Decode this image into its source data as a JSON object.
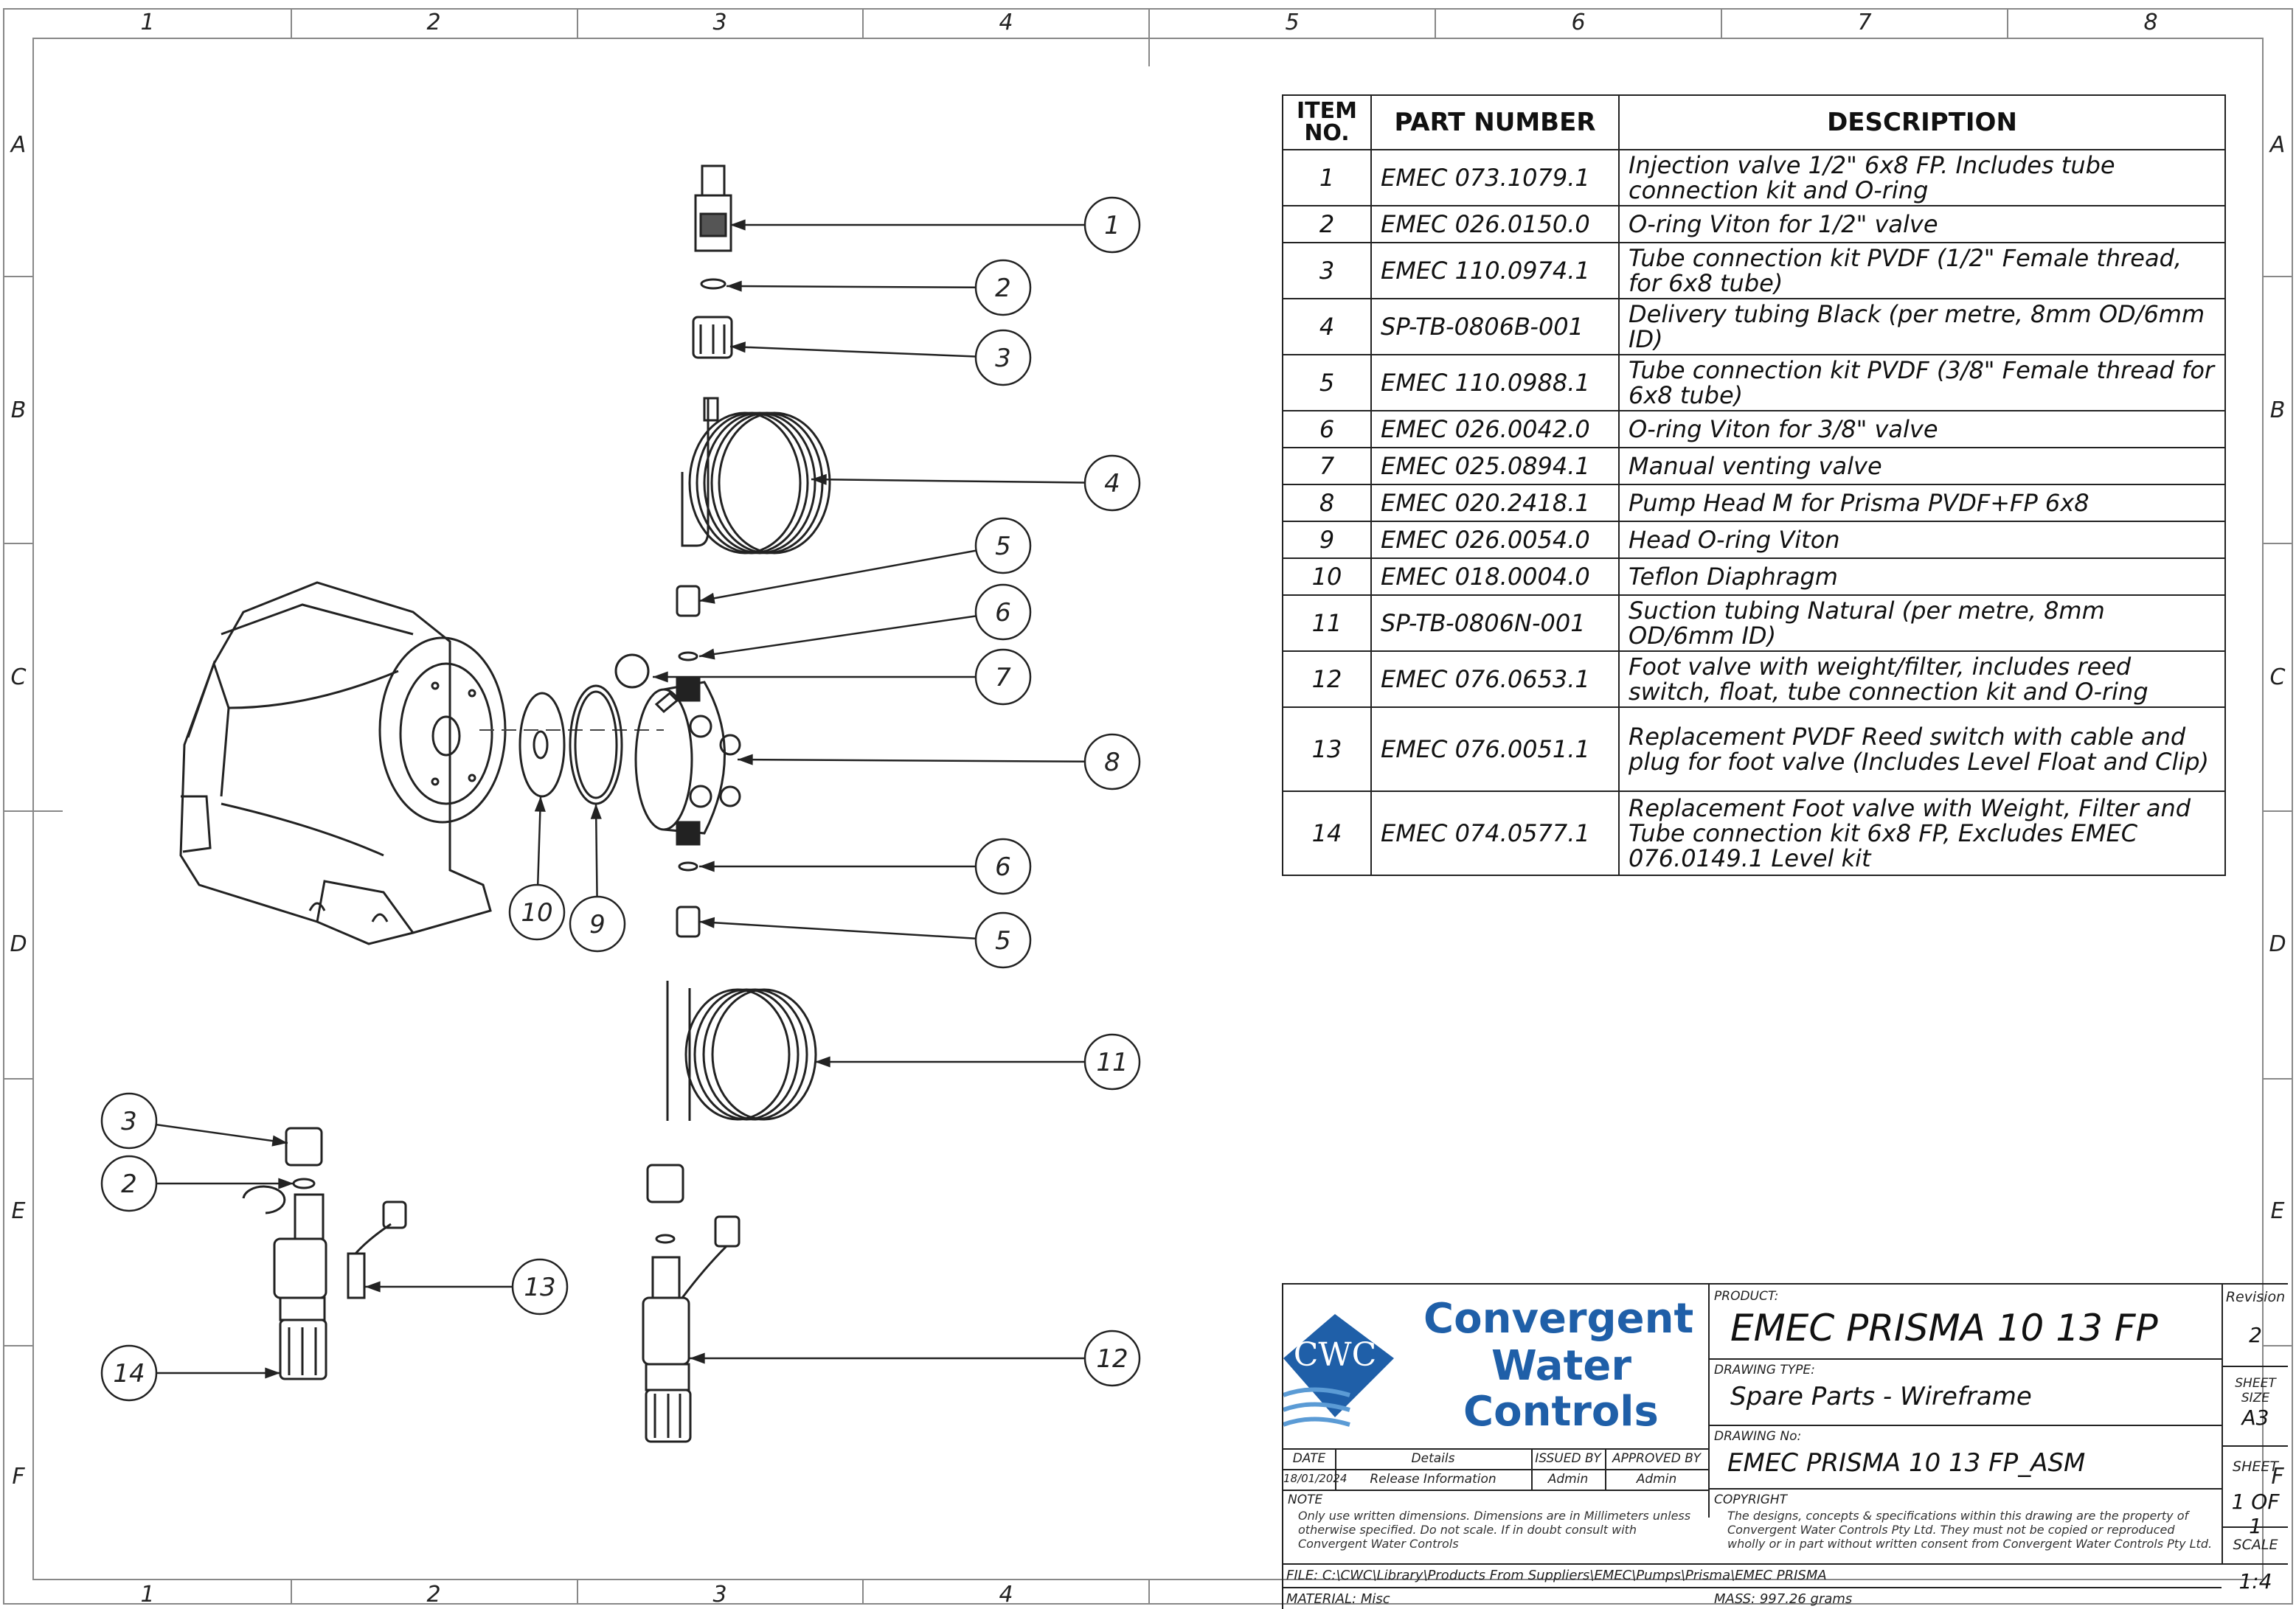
{
  "zones": {
    "columns": [
      "1",
      "2",
      "3",
      "4",
      "5",
      "6",
      "7",
      "8"
    ],
    "rows": [
      "A",
      "B",
      "C",
      "D",
      "E",
      "F"
    ]
  },
  "balloons": [
    "1",
    "2",
    "3",
    "4",
    "5",
    "6",
    "7",
    "8",
    "6",
    "5",
    "11",
    "10",
    "9",
    "3",
    "2",
    "13",
    "14",
    "12"
  ],
  "bom": {
    "headers": {
      "item": "ITEM NO.",
      "part": "PART NUMBER",
      "desc": "DESCRIPTION"
    },
    "rows": [
      {
        "item": "1",
        "part": "EMEC 073.1079.1",
        "desc": "Injection valve 1/2\" 6x8 FP.  Includes tube connection kit and O-ring"
      },
      {
        "item": "2",
        "part": "EMEC 026.0150.0",
        "desc": "O-ring Viton for 1/2\" valve"
      },
      {
        "item": "3",
        "part": "EMEC 110.0974.1",
        "desc": "Tube connection kit PVDF (1/2\" Female thread, for 6x8 tube)"
      },
      {
        "item": "4",
        "part": "SP-TB-0806B-001",
        "desc": "Delivery tubing Black (per metre, 8mm OD/6mm ID)"
      },
      {
        "item": "5",
        "part": "EMEC 110.0988.1",
        "desc": "Tube connection kit PVDF (3/8\" Female thread for 6x8 tube)"
      },
      {
        "item": "6",
        "part": "EMEC 026.0042.0",
        "desc": "O-ring Viton for 3/8\" valve"
      },
      {
        "item": "7",
        "part": "EMEC 025.0894.1",
        "desc": "Manual venting valve"
      },
      {
        "item": "8",
        "part": "EMEC 020.2418.1",
        "desc": "Pump Head M for Prisma PVDF+FP 6x8"
      },
      {
        "item": "9",
        "part": "EMEC  026.0054.0",
        "desc": "Head O-ring Viton"
      },
      {
        "item": "10",
        "part": "EMEC 018.0004.0",
        "desc": "Teflon Diaphragm"
      },
      {
        "item": "11",
        "part": "SP-TB-0806N-001",
        "desc": "Suction tubing Natural (per metre, 8mm OD/6mm ID)"
      },
      {
        "item": "12",
        "part": "EMEC 076.0653.1",
        "desc": "Foot valve with weight/filter, includes reed switch, float,  tube connection kit and O-ring"
      },
      {
        "item": "13",
        "part": "EMEC 076.0051.1",
        "desc": "Replacement PVDF Reed switch with cable and plug for  foot valve (Includes Level Float and Clip)"
      },
      {
        "item": "14",
        "part": "EMEC 074.0577.1",
        "desc": "Replacement Foot valve with Weight, Filter and Tube connection kit 6x8 FP, Excludes EMEC 076.0149.1 Level kit"
      }
    ]
  },
  "title_block": {
    "logo": {
      "initials": "CWC",
      "line1": "Convergent",
      "line2": "Water",
      "line3": "Controls"
    },
    "product_label": "PRODUCT:",
    "product": "EMEC PRISMA 10 13 FP",
    "drawing_type_label": "DRAWING TYPE:",
    "drawing_type": "Spare Parts - Wireframe",
    "drawing_no_label": "DRAWING No:",
    "drawing_no": "EMEC PRISMA 10 13 FP_ASM",
    "revision_label": "Revision",
    "revision": "2",
    "sheet_size_label": "SHEET SIZE",
    "sheet_size": "A3",
    "sheet_label": "SHEET",
    "sheet": "1 OF 1",
    "scale_label": "SCALE",
    "scale": "1:4",
    "rev_table": {
      "headers": [
        "DATE",
        "Details",
        "ISSUED BY",
        "APPROVED BY"
      ],
      "row": [
        "18/01/2024",
        "Release Information",
        "Admin",
        "Admin"
      ]
    },
    "note_label": "NOTE",
    "note": "Only use written dimensions. Dimensions are in Millimeters unless otherwise specified. Do not scale. If in doubt consult with Convergent Water Controls",
    "copyright_label": "COPYRIGHT",
    "copyright": "The designs, concepts & specifications within this drawing are the property of Convergent Water Controls Pty Ltd. They must not be copied or reproduced wholly or in part without written consent from Convergent Water Controls Pty Ltd.",
    "file": "FILE: C:\\CWC\\Library\\Products From Suppliers\\EMEC\\Pumps\\Prisma\\EMEC PRISMA",
    "material": "MATERIAL: Misc",
    "mass": "MASS: 997.26 grams"
  },
  "colors": {
    "line": "#222222",
    "logo_blue": "#1f5fa8",
    "logo_light": "#5b9bd5"
  }
}
